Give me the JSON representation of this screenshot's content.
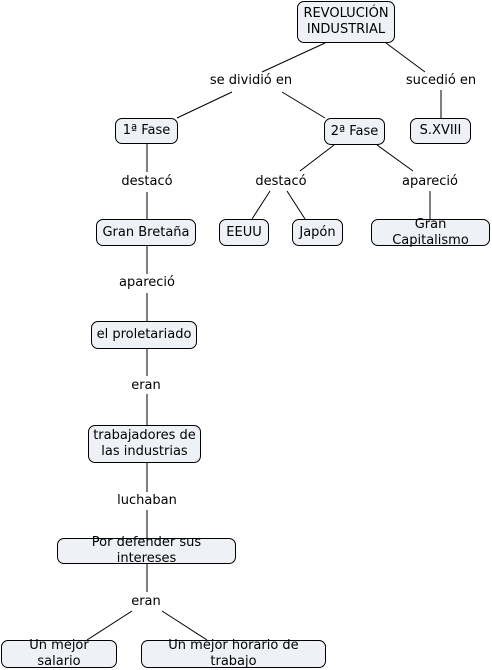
{
  "concepts": {
    "revolucion": "REVOLUCIÓN\nINDUSTRIAL",
    "fase1": "1ª Fase",
    "fase2": "2ª Fase",
    "sxviii": "S.XVIII",
    "gran_bretana": "Gran Bretaña",
    "eeuu": "EEUU",
    "japon": "Japón",
    "gran_capitalismo": "Gran Capitalismo",
    "proletariado": "el proletariado",
    "trabajadores": "trabajadores de\nlas industrias",
    "por_defender": "Por defender sus intereses",
    "mejor_salario": "Un mejor salario",
    "mejor_horario": "Un mejor horario de trabajo"
  },
  "linking_phrases": {
    "se_dividio": "se dividió en",
    "sucedio": "sucedió en",
    "destaco_1": "destacó",
    "destaco_2": "destacó",
    "aparecio_2": "apareció",
    "aparecio_1": "apareció",
    "eran_1": "eran",
    "luchaban": "luchaban",
    "eran_2": "eran"
  }
}
